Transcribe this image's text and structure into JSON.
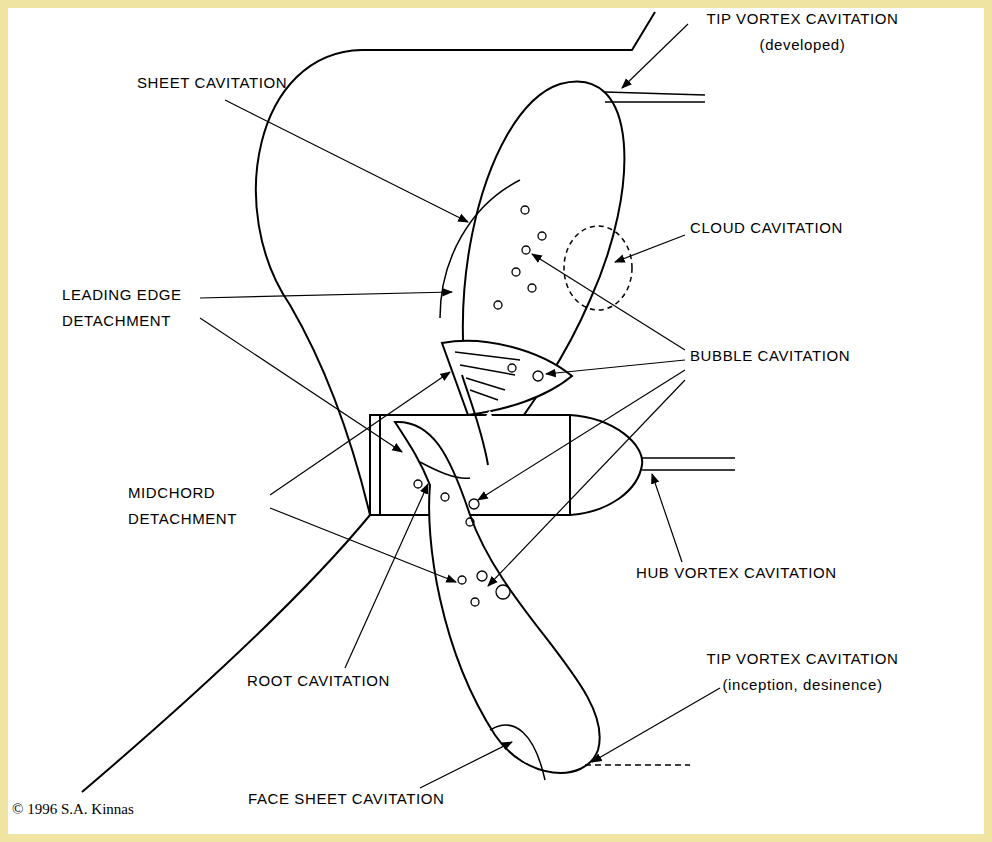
{
  "diagram": {
    "labels": [
      "TIP VORTEX CAVITATION (developed)",
      "SHEET CAVITATION",
      "CLOUD CAVITATION",
      "LEADING EDGE DETACHMENT",
      "BUBBLE CAVITATION",
      "MIDCHORD DETACHMENT",
      "HUB VORTEX CAVITATION",
      "ROOT CAVITATION",
      "TIP VORTEX CAVITATION (inception, desinence)",
      "FACE SHEET CAVITATION",
      "© 1996 S.A. Kinnas"
    ]
  }
}
